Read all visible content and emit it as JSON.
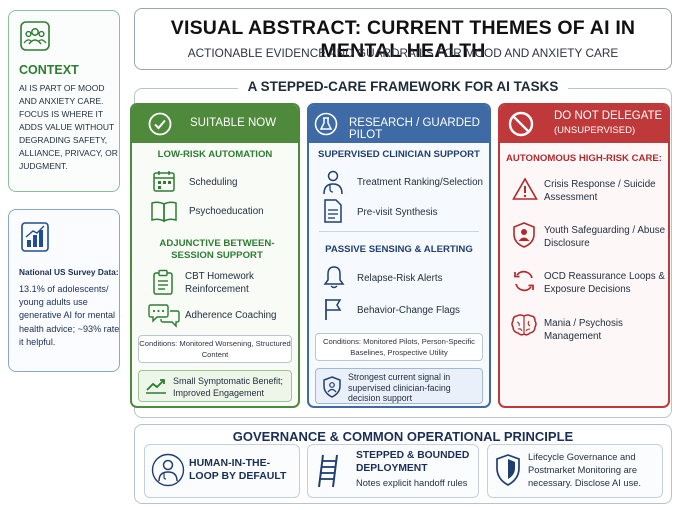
{
  "context": {
    "title": "CONTEXT",
    "text": "AI is part of mood and anxiety care. Focus is where it adds value without degrading safety, alliance, privacy, or judgment.",
    "icon": "people-icon"
  },
  "survey": {
    "heading": "National US Survey Data:",
    "text": "13.1% of adolescents/ young adults use generative AI for mental health advice; ~93% rate it helpful.",
    "icon": "bar-chart-icon"
  },
  "header": {
    "title": "VISUAL ABSTRACT: CURRENT THEMES OF AI IN MENTAL HEALTH",
    "subtitle": "Actionable evidence and guardrails for mood and anxiety care"
  },
  "framework": {
    "title": "A STEPPED-CARE FRAMEWORK FOR AI TASKS",
    "columns": [
      {
        "label": "SUITABLE NOW",
        "color": "#4f8a3c",
        "sections": [
          {
            "title": "LOW-RISK AUTOMATION",
            "items": [
              "Scheduling",
              "Psychoeducation"
            ]
          },
          {
            "title": "ADJUNCTIVE BETWEEN-SESSION SUPPORT",
            "items": [
              "CBT Homework Reinforcement",
              "Adherence Coaching"
            ]
          }
        ],
        "conditions": "Conditions: Monitored Worsening, Structured Content",
        "outcome": "Small Symptomatic Benefit; Improved Engagement"
      },
      {
        "label": "RESEARCH / GUARDED PILOT",
        "color": "#3e6aa5",
        "sections": [
          {
            "title": "SUPERVISED CLINICIAN SUPPORT",
            "items": [
              "Treatment Ranking/Selection",
              "Pre-visit Synthesis"
            ]
          },
          {
            "title": "PASSIVE SENSING & ALERTING",
            "items": [
              "Relapse-Risk Alerts",
              "Behavior-Change Flags"
            ]
          }
        ],
        "conditions": "Conditions: Monitored Pilots, Person-Specific Baselines, Prospective Utility",
        "outcome": "Strongest current signal in supervised clinician-facing decision support"
      },
      {
        "label": "DO NOT DELEGATE",
        "sublabel": "(UNSUPERVISED)",
        "color": "#c0393a",
        "sections": [
          {
            "title": "AUTONOMOUS HIGH-RISK CARE:",
            "items": [
              "Crisis Response / Suicide Assessment",
              "Youth Safeguarding / Abuse Disclosure",
              "OCD Reassurance Loops & Exposure Decisions",
              "Mania / Psychosis Management"
            ]
          }
        ]
      }
    ]
  },
  "governance": {
    "title": "GOVERNANCE &  COMMON OPERATIONAL PRINCIPLE",
    "items": [
      {
        "label": "HUMAN-IN-THE-LOOP BY DEFAULT"
      },
      {
        "label": "STEPPED & BOUNDED DEPLOYMENT",
        "note": "Notes explicit handoff rules"
      },
      {
        "text": "Lifecycle Governance and Postmarket Monitoring are necessary. Disclose AI use."
      }
    ]
  }
}
